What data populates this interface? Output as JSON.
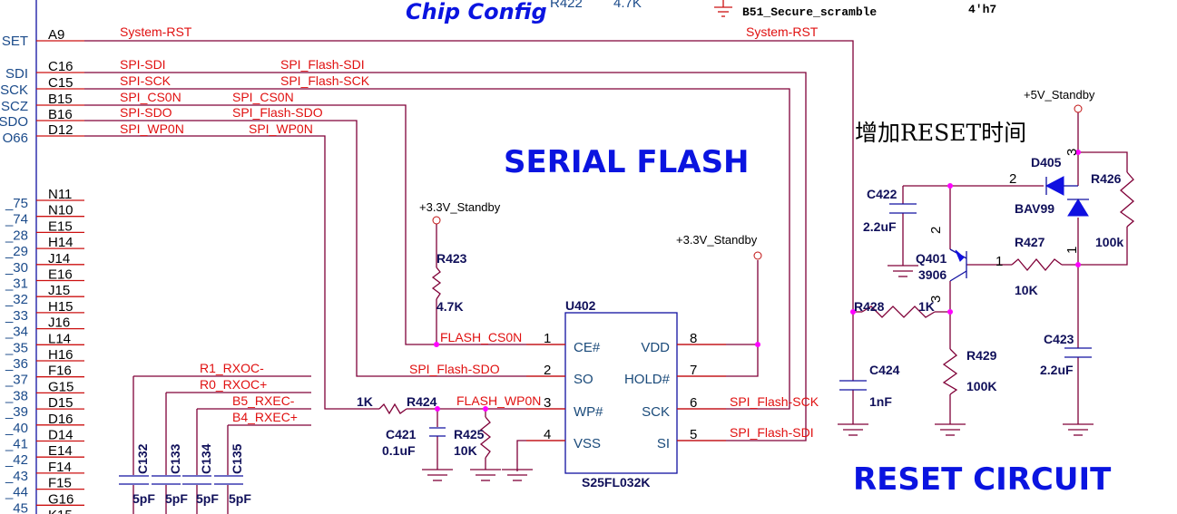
{
  "titles": {
    "chip_config": "Chip Config",
    "serial_flash": "SERIAL FLASH",
    "reset_circuit": "RESET CIRCUIT",
    "reset_note": "增加RESET时间"
  },
  "top": {
    "r422": "R422",
    "r422_val": "4.7K",
    "b51": "B51_Secure_scramble",
    "hex": "4'h7"
  },
  "left_labels": [
    "SET",
    "SDI",
    "SCK",
    "SCZ",
    "SDO",
    "O66"
  ],
  "left_labels_lower": [
    "_75",
    "_74",
    "_28",
    "_29",
    "_30",
    "_31",
    "_32",
    "_33",
    "_34",
    "_35",
    "_36",
    "_37",
    "_38",
    "_39",
    "_40",
    "_41",
    "_42",
    "_43",
    "_44",
    "_45"
  ],
  "pins_top": [
    "A9",
    "C16",
    "C15",
    "B15",
    "B16",
    "D12"
  ],
  "pins_lower": [
    "N11",
    "N10",
    "E15",
    "H14",
    "J14",
    "E16",
    "J15",
    "H15",
    "J16",
    "L14",
    "H16",
    "F16",
    "G15",
    "D15",
    "D16",
    "D14",
    "E14",
    "F14",
    "F15",
    "G16",
    "K15"
  ],
  "nets": {
    "system_rst": "System-RST",
    "spi_sdi": "SPI-SDI",
    "spi_sck": "SPI-SCK",
    "spi_cs0n": "SPI_CS0N",
    "spi_sdo": "SPI-SDO",
    "spi_wp0n": "SPI_WP0N",
    "flash_sdi": "SPI_Flash-SDI",
    "flash_sck": "SPI_Flash-SCK",
    "flash_sdo": "SPI_Flash-SDO",
    "flash_cs0n": "FLASH_CS0N",
    "flash_wp0n": "FLASH_WP0N",
    "r1_rxoc": "R1_RXOC-",
    "r0_rxoc": "R0_RXOC+",
    "b5_rxec": "B5_RXEC-",
    "b4_rxec": "B4_RXEC+"
  },
  "power": {
    "v33": "+3.3V_Standby",
    "v5": "+5V_Standby"
  },
  "u402": {
    "ref": "U402",
    "part": "S25FL032K",
    "left_pins": [
      {
        "num": "1",
        "name": "CE#"
      },
      {
        "num": "2",
        "name": "SO"
      },
      {
        "num": "3",
        "name": "WP#"
      },
      {
        "num": "4",
        "name": "VSS"
      }
    ],
    "right_pins": [
      {
        "num": "8",
        "name": "VDD"
      },
      {
        "num": "7",
        "name": "HOLD#"
      },
      {
        "num": "6",
        "name": "SCK"
      },
      {
        "num": "5",
        "name": "SI"
      }
    ]
  },
  "components": {
    "r423": {
      "ref": "R423",
      "val": "4.7K"
    },
    "r424": {
      "ref": "R424",
      "val": "1K"
    },
    "r425": {
      "ref": "R425",
      "val": "10K"
    },
    "c421": {
      "ref": "C421",
      "val": "0.1uF"
    },
    "c132": {
      "ref": "C132",
      "val": "5pF"
    },
    "c133": {
      "ref": "C133",
      "val": "5pF"
    },
    "c134": {
      "ref": "C134",
      "val": "5pF"
    },
    "c135": {
      "ref": "C135",
      "val": "5pF"
    },
    "c422": {
      "ref": "C422",
      "val": "2.2uF"
    },
    "d405": {
      "ref": "D405",
      "val": "BAV99"
    },
    "r426": {
      "ref": "R426",
      "val": "100k"
    },
    "r427": {
      "ref": "R427",
      "val": "10K"
    },
    "q401": {
      "ref": "Q401",
      "val": "3906"
    },
    "r428": {
      "ref": "R428",
      "val": "1K"
    },
    "r429": {
      "ref": "R429",
      "val": "100K"
    },
    "c423": {
      "ref": "C423",
      "val": "2.2uF"
    },
    "c424": {
      "ref": "C424",
      "val": "1nF"
    },
    "q_pins": {
      "b": "1",
      "c": "2",
      "e": "3"
    },
    "d_pins": {
      "a": "2",
      "k": "3",
      "m": "1"
    }
  }
}
